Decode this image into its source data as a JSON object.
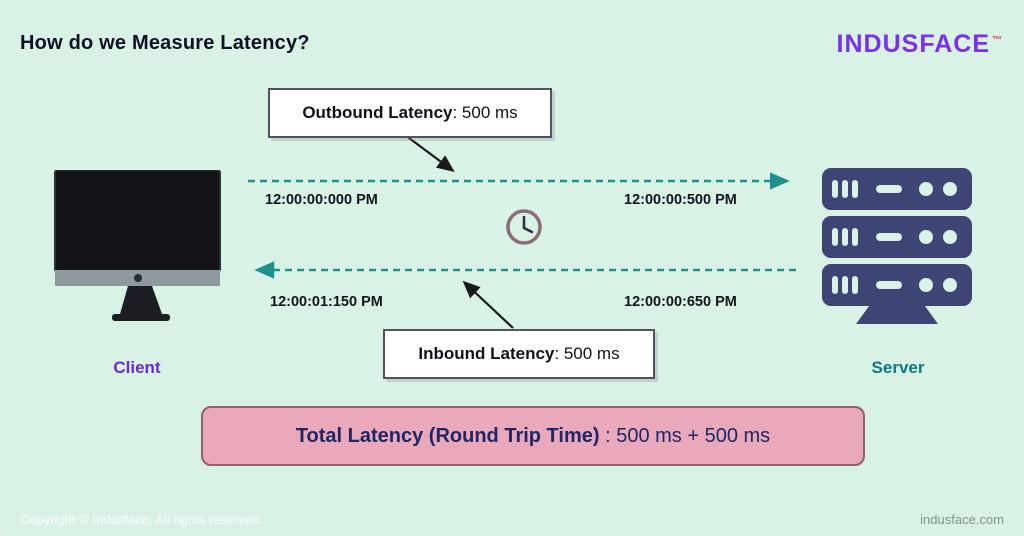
{
  "header": {
    "title": "How do we Measure Latency?",
    "brand": "INDUSFACE",
    "brand_tm": "™"
  },
  "diagram": {
    "outbound": {
      "label": "Outbound Latency",
      "value": ": 500 ms"
    },
    "inbound": {
      "label": "Inbound Latency",
      "value": ": 500 ms"
    },
    "timestamps": {
      "outbound_start": "12:00:00:000 PM",
      "outbound_end": "12:00:00:500 PM",
      "inbound_end": "12:00:01:150 PM",
      "inbound_start": "12:00:00:650 PM"
    },
    "client_label": "Client",
    "server_label": "Server",
    "total": {
      "label": "Total Latency (Round Trip Time)",
      "value": " : 500 ms + 500 ms"
    }
  },
  "icons": {
    "clock": "clock-icon",
    "client": "desktop-monitor-icon",
    "server": "server-stack-icon",
    "outbound_arrow": "dashed-arrow-right-icon",
    "inbound_arrow": "dashed-arrow-left-icon"
  },
  "colors": {
    "background": "#d9f2e6",
    "accent_purple": "#7b2ff0",
    "client_label": "#6d28d9",
    "server_label": "#0d7a7a",
    "arrow_teal": "#1f8f8f",
    "server_navy": "#3e4473",
    "total_box_bg": "#e9a9ba",
    "total_text": "#1e2667",
    "tm_red": "#e23b4e"
  },
  "footer": {
    "copyright": "Copyright © Indusface, All rights reserved.",
    "website": "indusface.com"
  }
}
